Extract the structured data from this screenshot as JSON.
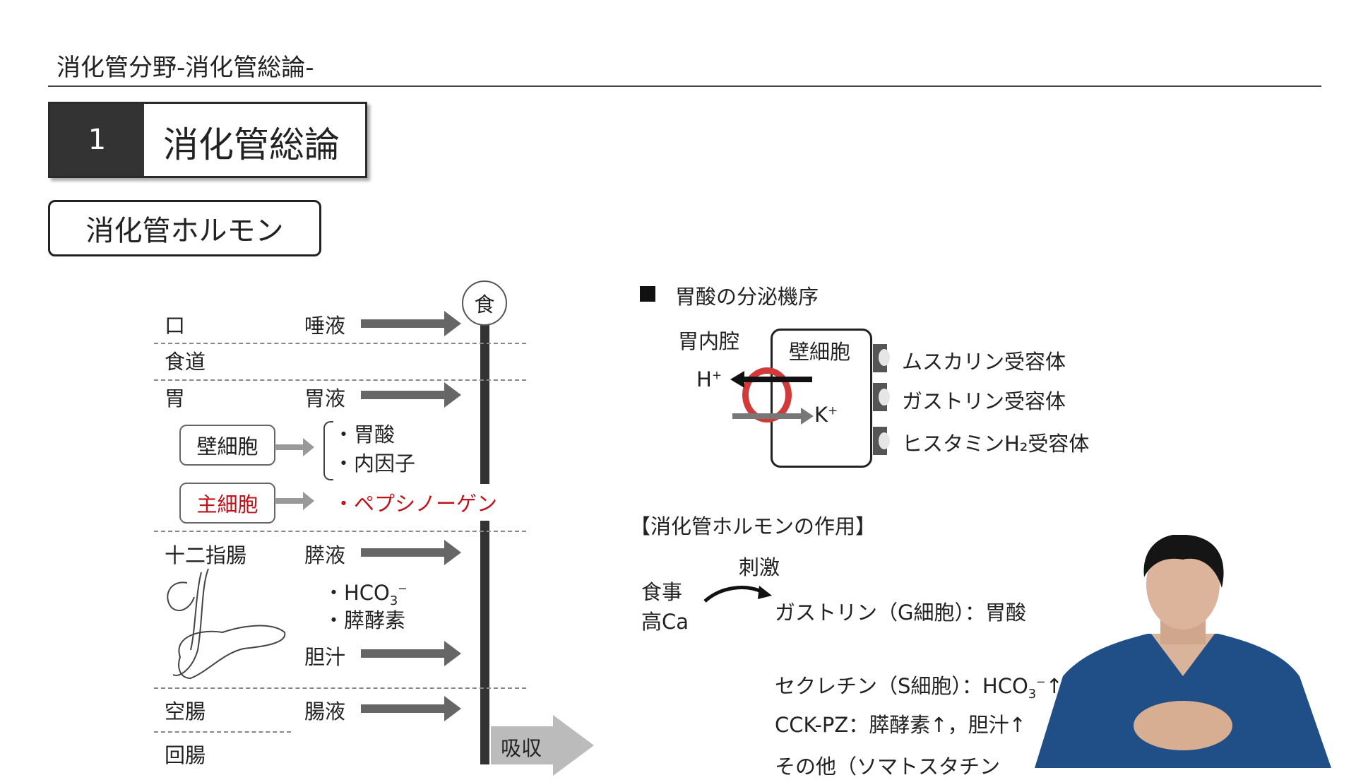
{
  "header": {
    "section": "消化管分野-消化管総論-"
  },
  "title": {
    "number": "1",
    "text": "消化管総論"
  },
  "subtitle": "消化管ホルモン",
  "tract": {
    "food": "食",
    "organs": {
      "mouth": "口",
      "esophagus": "食道",
      "stomach": "胃",
      "duodenum": "十二指腸",
      "jejunum": "空腸",
      "ileum": "回腸"
    },
    "secretions": {
      "saliva": "唾液",
      "gastric_juice": "胃液",
      "pancreatic_juice": "膵液",
      "bile": "胆汁",
      "intestinal_juice": "腸液"
    },
    "parietal_cell": "壁細胞",
    "chief_cell": "主細胞",
    "parietal_products": [
      "・胃酸",
      "・内因子"
    ],
    "chief_product": "・ペプシノーゲン",
    "pancreatic_products": {
      "hco3": "・HCO",
      "sub": "3",
      "sup": "−",
      "enzyme": "・膵酵素"
    },
    "absorption": "吸収"
  },
  "acid": {
    "heading": "胃酸の分泌機序",
    "lumen": "胃内腔",
    "cell": "壁細胞",
    "h": "H",
    "k": "K",
    "plus": "+",
    "receptors": [
      "ムスカリン受容体",
      "ガストリン受容体",
      "ヒスタミンH₂受容体"
    ]
  },
  "hormones": {
    "heading": "【消化管ホルモンの作用】",
    "stimulus": "刺激",
    "meal": "食事",
    "high_ca": "高Ca",
    "gastrin": "ガストリン（G細胞）：胃酸",
    "secretin": "セクレチン（S細胞）：HCO",
    "secretin_sub": "3",
    "secretin_sup": "−",
    "secretin_arrow": "↑",
    "cck": "CCK-PZ：膵酵素↑，胆汁↑",
    "other": "その他（ソマトスタチン"
  },
  "colors": {
    "accent": "#c0121a",
    "dark": "#333333"
  }
}
